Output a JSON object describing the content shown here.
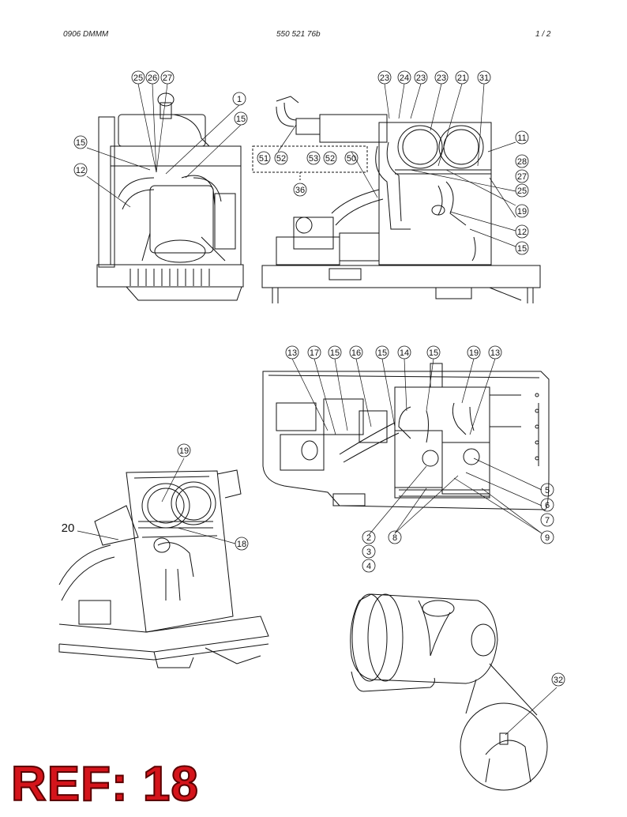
{
  "header": {
    "left": "0906 DMMM",
    "center": "550 521 76b",
    "right": "1 /   2"
  },
  "reference": "REF: 18",
  "callouts": [
    {
      "id": "c-25a",
      "text": "25"
    },
    {
      "id": "c-26",
      "text": "26"
    },
    {
      "id": "c-27a",
      "text": "27"
    },
    {
      "id": "c-1",
      "text": "1"
    },
    {
      "id": "c-15a",
      "text": "15"
    },
    {
      "id": "c-15b",
      "text": "15"
    },
    {
      "id": "c-12a",
      "text": "12"
    },
    {
      "id": "c-23a",
      "text": "23"
    },
    {
      "id": "c-24",
      "text": "24"
    },
    {
      "id": "c-23b",
      "text": "23"
    },
    {
      "id": "c-23c",
      "text": "23"
    },
    {
      "id": "c-21",
      "text": "21"
    },
    {
      "id": "c-31",
      "text": "31"
    },
    {
      "id": "c-11",
      "text": "11"
    },
    {
      "id": "c-28",
      "text": "28"
    },
    {
      "id": "c-27b",
      "text": "27"
    },
    {
      "id": "c-25b",
      "text": "25"
    },
    {
      "id": "c-19a",
      "text": "19"
    },
    {
      "id": "c-12b",
      "text": "12"
    },
    {
      "id": "c-15c",
      "text": "15"
    },
    {
      "id": "c-51",
      "text": "51"
    },
    {
      "id": "c-52a",
      "text": "52"
    },
    {
      "id": "c-53",
      "text": "53"
    },
    {
      "id": "c-52b",
      "text": "52"
    },
    {
      "id": "c-50",
      "text": "50"
    },
    {
      "id": "c-36",
      "text": "36"
    },
    {
      "id": "c-13a",
      "text": "13"
    },
    {
      "id": "c-17",
      "text": "17"
    },
    {
      "id": "c-15d",
      "text": "15"
    },
    {
      "id": "c-16",
      "text": "16"
    },
    {
      "id": "c-15e",
      "text": "15"
    },
    {
      "id": "c-14",
      "text": "14"
    },
    {
      "id": "c-15f",
      "text": "15"
    },
    {
      "id": "c-19b",
      "text": "19"
    },
    {
      "id": "c-13b",
      "text": "13"
    },
    {
      "id": "c-5",
      "text": "5"
    },
    {
      "id": "c-6",
      "text": "6"
    },
    {
      "id": "c-7",
      "text": "7"
    },
    {
      "id": "c-9",
      "text": "9"
    },
    {
      "id": "c-8",
      "text": "8"
    },
    {
      "id": "c-2",
      "text": "2"
    },
    {
      "id": "c-3",
      "text": "3"
    },
    {
      "id": "c-4",
      "text": "4"
    },
    {
      "id": "c-19c",
      "text": "19"
    },
    {
      "id": "c-20",
      "text": "20"
    },
    {
      "id": "c-18",
      "text": "18"
    },
    {
      "id": "c-32",
      "text": "32"
    }
  ]
}
